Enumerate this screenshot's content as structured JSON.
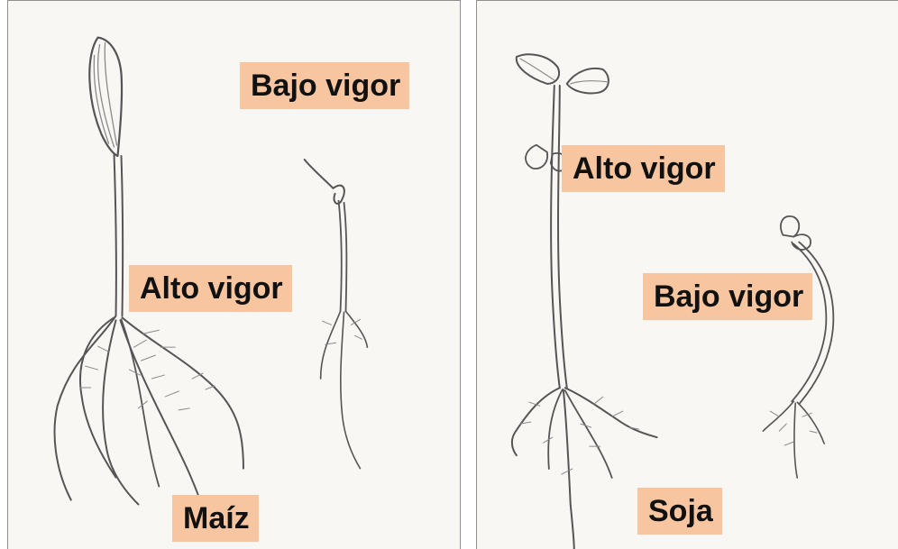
{
  "maize": {
    "crop_label": "Maíz",
    "high_vigor_label": "Alto vigor",
    "low_vigor_label": "Bajo vigor"
  },
  "soy": {
    "crop_label": "Soja",
    "high_vigor_label": "Alto vigor",
    "low_vigor_label": "Bajo vigor"
  },
  "colors": {
    "label_background": "#f7c6a0",
    "paper": "#f9f7f4",
    "pencil": "#555555"
  }
}
